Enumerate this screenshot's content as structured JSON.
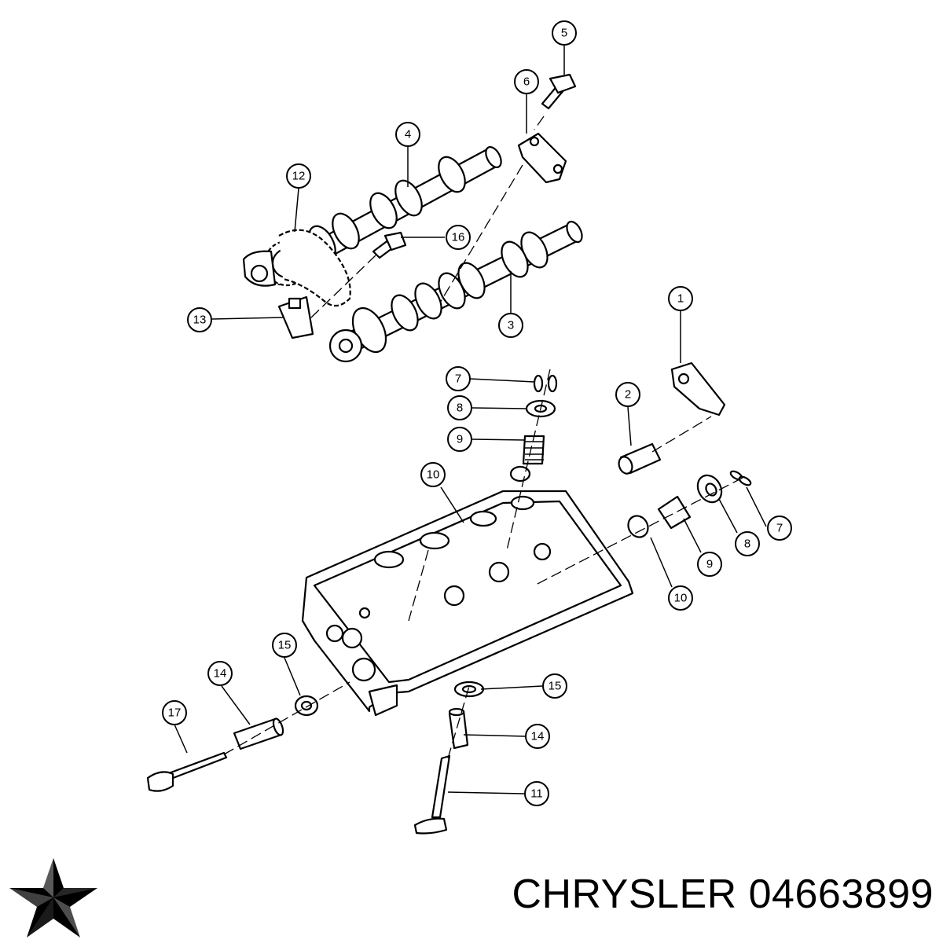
{
  "diagram": {
    "callouts": [
      {
        "id": "c5",
        "label": "5"
      },
      {
        "id": "c6",
        "label": "6"
      },
      {
        "id": "c4",
        "label": "4"
      },
      {
        "id": "c12",
        "label": "12"
      },
      {
        "id": "c16",
        "label": "16"
      },
      {
        "id": "c13",
        "label": "13"
      },
      {
        "id": "c3",
        "label": "3"
      },
      {
        "id": "c1",
        "label": "1"
      },
      {
        "id": "c2",
        "label": "2"
      },
      {
        "id": "c7a",
        "label": "7"
      },
      {
        "id": "c8a",
        "label": "8"
      },
      {
        "id": "c9a",
        "label": "9"
      },
      {
        "id": "c10a",
        "label": "10"
      },
      {
        "id": "c7b",
        "label": "7"
      },
      {
        "id": "c8b",
        "label": "8"
      },
      {
        "id": "c9b",
        "label": "9"
      },
      {
        "id": "c10b",
        "label": "10"
      },
      {
        "id": "c15a",
        "label": "15"
      },
      {
        "id": "c14a",
        "label": "14"
      },
      {
        "id": "c17",
        "label": "17"
      },
      {
        "id": "c15b",
        "label": "15"
      },
      {
        "id": "c14b",
        "label": "14"
      },
      {
        "id": "c11",
        "label": "11"
      }
    ]
  },
  "footer": {
    "brand": "CHRYSLER",
    "part_number": "04663899",
    "logo_icon": "chrysler-pentastar-icon"
  }
}
